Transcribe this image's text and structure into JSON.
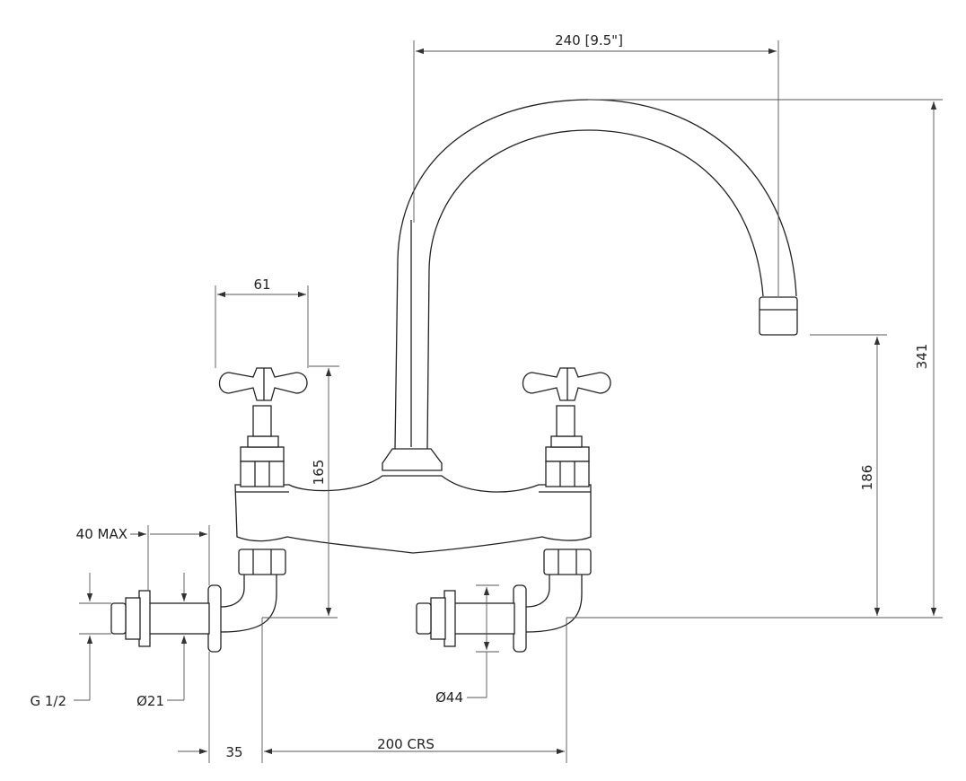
{
  "dimensions": {
    "spout_reach": "240 [9.5\"]",
    "total_height": "341",
    "spout_height": "186",
    "valve_height": "165",
    "handle_width": "61",
    "wall_depth_max": "40 MAX",
    "inlet_thread": "G 1/2",
    "inlet_pipe_dia": "Ø21",
    "flange_dia": "Ø44",
    "offset": "35",
    "centres": "200 CRS"
  }
}
